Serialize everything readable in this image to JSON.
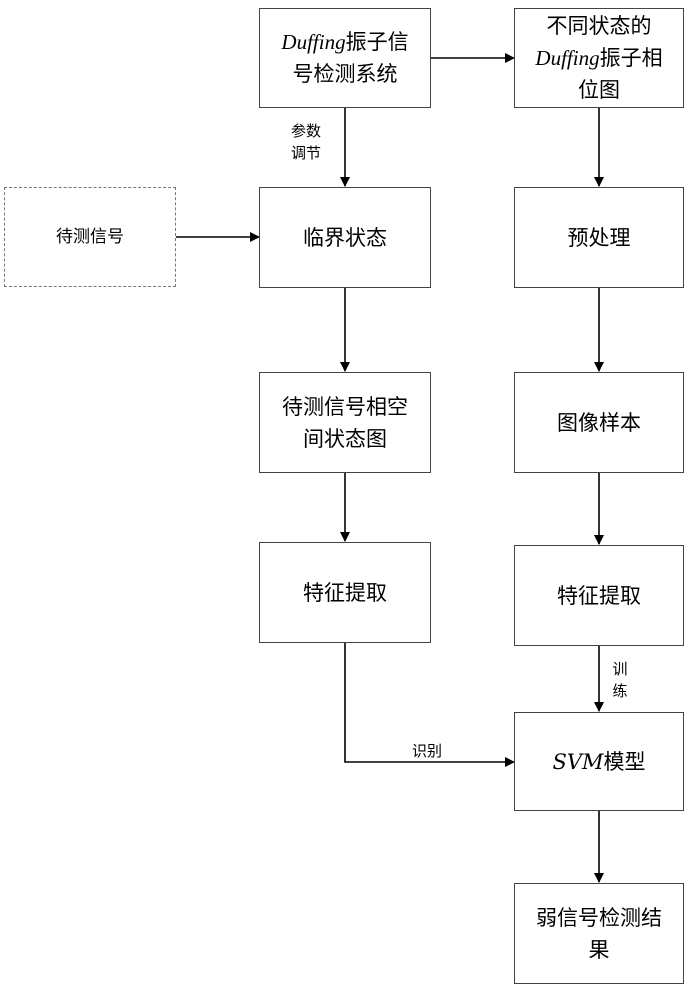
{
  "nodes": {
    "duffing_system": {
      "italic": "Duffing",
      "line1_rest": "振子信",
      "line2": "号检测系统"
    },
    "phase_diagrams": {
      "line1": "不同状态的",
      "italic": "Duffing",
      "line2_rest": "振子相",
      "line3": "位图"
    },
    "signal_under_test": "待测信号",
    "critical_state": "临界状态",
    "preprocessing": "预处理",
    "phase_space_diagram": {
      "line1": "待测信号相空",
      "line2": "间状态图"
    },
    "image_samples": "图像样本",
    "feature_extraction_left": "特征提取",
    "feature_extraction_right": "特征提取",
    "svm_model": {
      "italic": "SVM",
      "rest": "模型"
    },
    "detection_result": {
      "line1": "弱信号检测结",
      "line2": "果"
    }
  },
  "edge_labels": {
    "parameter_tuning": {
      "line1": "参数",
      "line2": "调节"
    },
    "training": {
      "line1": "训",
      "line2": "练"
    },
    "recognition": "识别"
  },
  "colors": {
    "line": "#000000",
    "border": "#444444",
    "dashed_border": "#777777"
  }
}
